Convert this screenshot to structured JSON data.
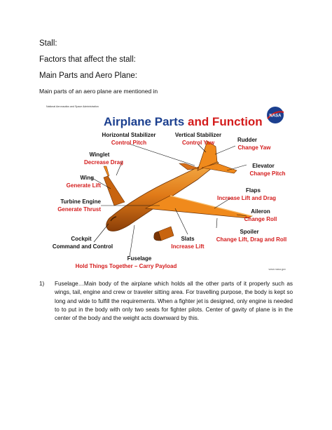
{
  "document": {
    "line1": "Stall:",
    "line2": "Factors that affect the stall:",
    "line3": "Main Parts and Aero Plane:",
    "line4": "Main parts of an aero plane are mentioned in"
  },
  "figure": {
    "agency": "National Aeronautics and Space Administration",
    "title_part1": "Airplane Parts",
    "title_part2": " and Function",
    "logo_text": "NASA",
    "footer": "www.nasa.gov",
    "labels": {
      "horizontal_stabilizer_name": "Horizontal Stabilizer",
      "horizontal_stabilizer_func": "Control  Pitch",
      "vertical_stabilizer_name": "Vertical Stabilizer",
      "vertical_stabilizer_func": "Control  Yaw",
      "rudder_name": "Rudder",
      "rudder_func": "Change Yaw",
      "winglet_name": "Winglet",
      "winglet_func": "Decrease Drag",
      "elevator_name": "Elevator",
      "elevator_func": "Change  Pitch",
      "wing_name": "Wing",
      "wing_func": "Generate Lift",
      "flaps_name": "Flaps",
      "flaps_func": "Increase Lift and Drag",
      "turbine_name": "Turbine  Engine",
      "turbine_func": "Generate Thrust",
      "aileron_name": "Aileron",
      "aileron_func": "Change Roll",
      "cockpit_name": "Cockpit",
      "cockpit_func": "Command and Control",
      "spoiler_name": "Spoiler",
      "spoiler_func": "Change Lift, Drag and Roll",
      "slats_name": "Slats",
      "slats_func": "Increase Lift",
      "fuselage_name": "Fuselage",
      "fuselage_func": "Hold Things Together – Carry Payload"
    },
    "colors": {
      "label_dark": "#111111",
      "label_red": "#d41c1c",
      "plane": "#f08a1c",
      "title": "#1b3f8f"
    }
  },
  "list": {
    "item1_number": "1)",
    "item1_text": "Fuselage…Main body of the airplane which holds all the other parts of it properly such as wings, tail, engine and crew or traveler sitting area. For travelling purpose, the body is kept so long and wide to fulfill the requirements. When a fighter jet is designed, only engine is needed to to put in the body with only two seats for fighter pilots. Center of gavity of plane is in the center of the body and the weight acts downward by this."
  }
}
